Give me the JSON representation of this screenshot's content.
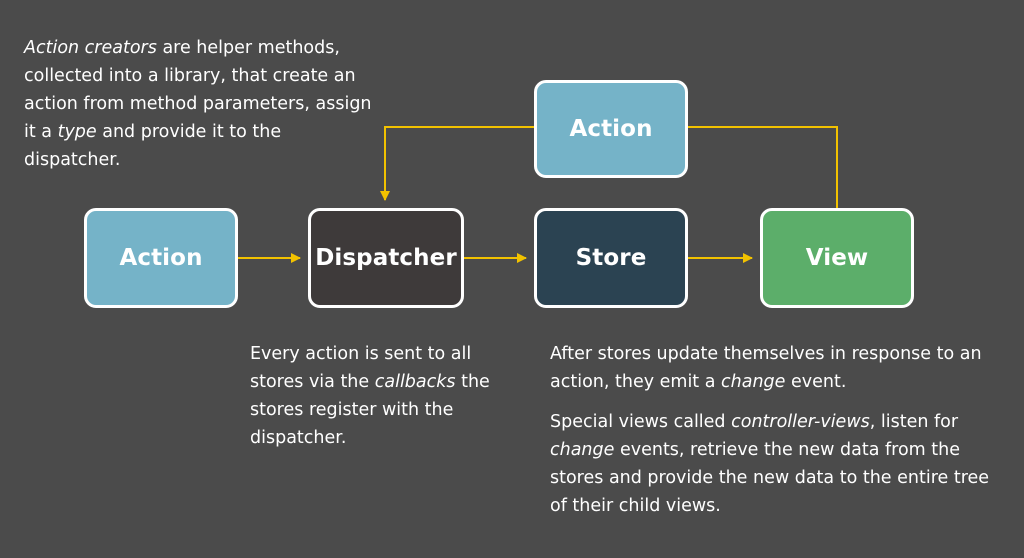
{
  "nodes": {
    "action_main": "Action",
    "dispatcher": "Dispatcher",
    "store": "Store",
    "view": "View",
    "action_top": "Action"
  },
  "notes": {
    "action_creators": {
      "italic_1": "Action creators",
      "text_1": " are helper methods, collected into a library, that create an action from method parameters, assign it a ",
      "italic_2": "type",
      "text_2": " and provide it to the dispatcher."
    },
    "dispatcher": {
      "text_1": "Every action is sent to all stores via the ",
      "italic_1": "callbacks",
      "text_2": " the stores register with the dispatcher."
    },
    "stores": {
      "text_1": "After stores update themselves in response to an action, they emit a ",
      "italic_1": "change",
      "text_2": " event."
    },
    "controller_views": {
      "text_1": "Special views called ",
      "italic_1": "controller-views",
      "text_2": ", listen for ",
      "italic_2": "change",
      "text_3": " events, retrieve the new data from the stores and provide the new data to the entire tree of their child views."
    }
  },
  "colors": {
    "background": "#4b4b4b",
    "action": "#75b3c8",
    "dispatcher": "#3e3a3a",
    "store": "#2b4352",
    "view": "#5cae6a",
    "connector": "#f2c200"
  }
}
